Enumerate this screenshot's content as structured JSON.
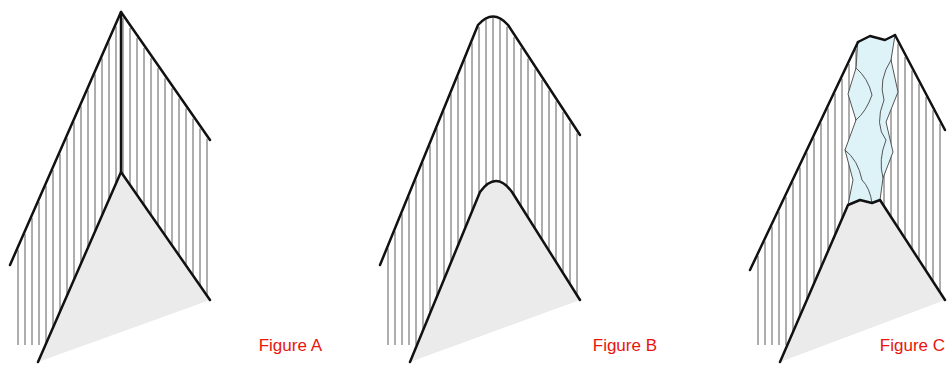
{
  "diagram": {
    "labels": [
      "Figure A",
      "Figure B",
      "Figure C"
    ]
  }
}
